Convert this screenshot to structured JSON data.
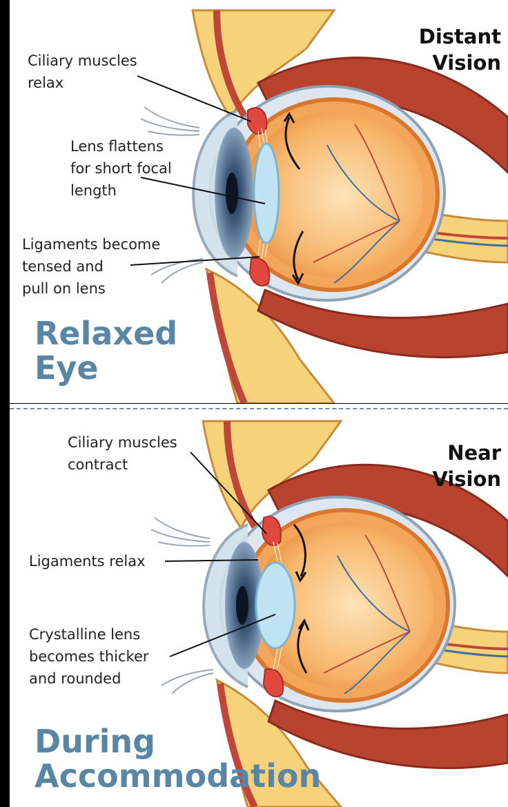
{
  "top": {
    "vision": [
      "Distant",
      "Vision"
    ],
    "labels": {
      "ciliary": [
        "Ciliary muscles",
        "relax"
      ],
      "lens": [
        "Lens flattens",
        "for short focal",
        "length"
      ],
      "ligaments": [
        "Ligaments become",
        "tensed and",
        "pull on lens"
      ]
    },
    "title": [
      "Relaxed",
      "Eye"
    ]
  },
  "bottom": {
    "vision": [
      "Near",
      "Vision"
    ],
    "labels": {
      "ciliary": [
        "Ciliary muscles",
        "contract"
      ],
      "ligaments": [
        "Ligaments relax"
      ],
      "lens": [
        "Crystalline lens",
        "becomes thicker",
        "and rounded"
      ]
    },
    "title": [
      "During",
      "Accommodation"
    ]
  },
  "colors": {
    "title_blue": "#5a86a6",
    "muscle_red": "#b8432f",
    "eye_orange": "#f3a55a",
    "iris_blue": "#3e5c7e",
    "fat_yellow": "#f6d27a"
  }
}
